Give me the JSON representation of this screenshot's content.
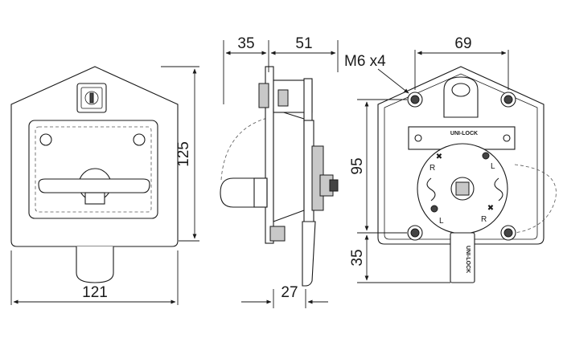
{
  "dimensions": {
    "front_width": "121",
    "front_height": "125",
    "side_depth_left": "35",
    "side_depth_right": "51",
    "side_bottom": "27",
    "rear_width": "69",
    "rear_hole_spacing": "95",
    "rear_stem_length": "35",
    "bolt_callout": "M6 x4"
  },
  "labels": {
    "brand_top": "UNI-LOCK",
    "brand_stem": "UNI-LOCK",
    "left_letter_1": "R",
    "left_letter_2": "L",
    "right_letter_1": "L",
    "right_letter_2": "R"
  }
}
